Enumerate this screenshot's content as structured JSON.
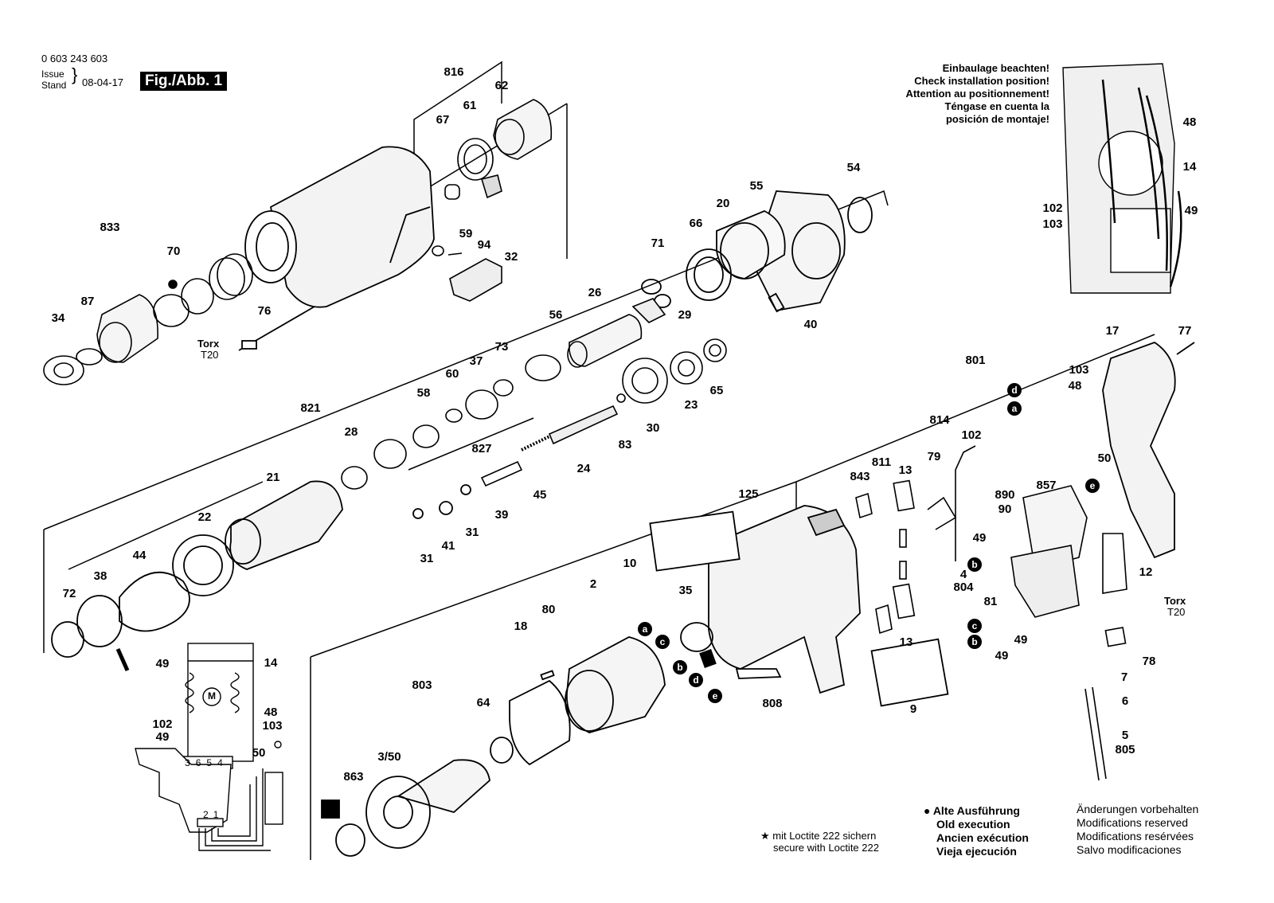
{
  "header": {
    "part_number": "0 603 243 603",
    "issue_label": "Issue",
    "stand_label": "Stand",
    "date": "08-04-17",
    "figure_label": "Fig./Abb. 1"
  },
  "install_note": [
    "Einbaulage beachten!",
    "Check installation position!",
    "Attention au positionnement!",
    "Téngase en cuenta la",
    "posición de montaje!"
  ],
  "torx_labels": [
    {
      "label": "Torx",
      "size": "T20"
    },
    {
      "label": "Torx",
      "size": "T20"
    }
  ],
  "loctite_note": [
    "★ mit Loctite 222 sichern",
    "secure with Loctite 222"
  ],
  "old_execution": [
    "● Alte Ausführung",
    "Old execution",
    "Ancien exécution",
    "Vieja ejecución"
  ],
  "modifications": [
    "Änderungen vorbehalten",
    "Modifications reserved",
    "Modifications resérvées",
    "Salvo modificaciones"
  ],
  "callouts": [
    "816",
    "62",
    "61",
    "67",
    "833",
    "70",
    "59",
    "94",
    "32",
    "87",
    "34",
    "76",
    "54",
    "55",
    "20",
    "66",
    "71",
    "26",
    "29",
    "56",
    "73",
    "37",
    "60",
    "58",
    "821",
    "28",
    "21",
    "22",
    "44",
    "38",
    "72",
    "827",
    "24",
    "45",
    "39",
    "31",
    "41",
    "31",
    "30",
    "83",
    "23",
    "65",
    "40",
    "48",
    "14",
    "102",
    "103",
    "49",
    "17",
    "77",
    "103",
    "48",
    "801",
    "814",
    "79",
    "102",
    "13",
    "811",
    "843",
    "125",
    "10",
    "857",
    "890",
    "90",
    "50",
    "49",
    "4",
    "804",
    "81",
    "12",
    "35",
    "2",
    "80",
    "18",
    "803",
    "64",
    "3/50",
    "863",
    "808",
    "9",
    "7",
    "78",
    "6",
    "5",
    "805",
    "13",
    "49",
    "49",
    "14",
    "48",
    "49",
    "102",
    "49",
    "103",
    "50"
  ],
  "wire_letters": [
    "a",
    "b",
    "c",
    "d",
    "e"
  ],
  "schematic": {
    "terminals": [
      "3",
      "6",
      "5",
      "4"
    ],
    "switch_terms": [
      "2",
      "1"
    ],
    "motor_symbol": "M"
  }
}
